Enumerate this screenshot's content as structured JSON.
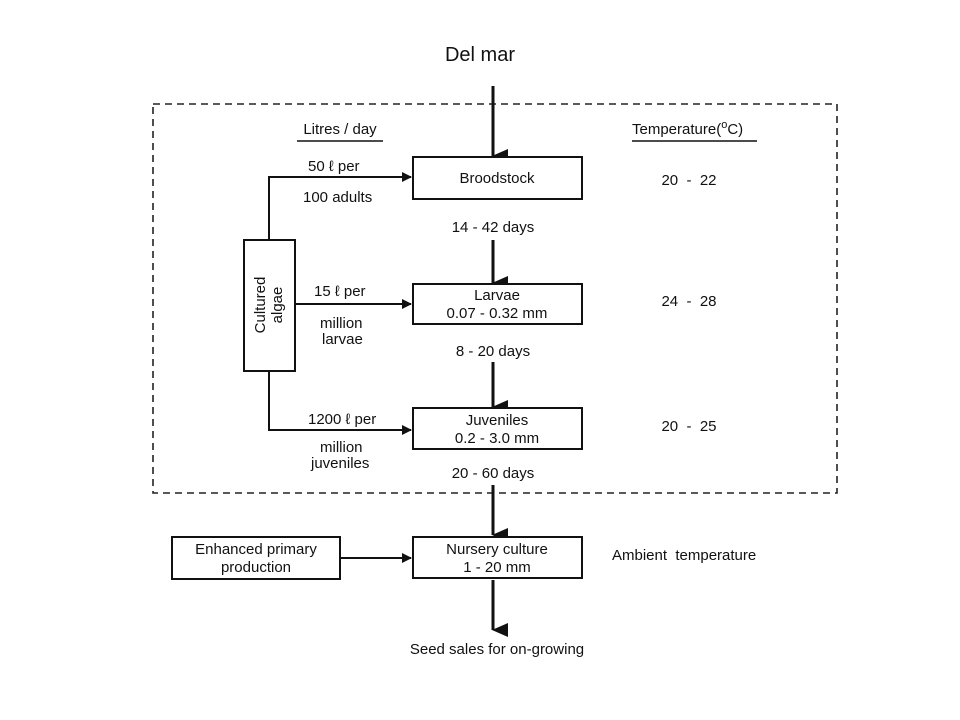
{
  "title": "Del mar",
  "headers": {
    "left": "Litres / day",
    "right_prefix": "Temperature(",
    "right_deg": "o",
    "right_suffix": "C)"
  },
  "algae_box": {
    "line1": "Cultured",
    "line2": "algae"
  },
  "boxes": {
    "broodstock": {
      "line1": "Broodstock"
    },
    "larvae": {
      "line1": "Larvae",
      "line2": "0.07 - 0.32 mm"
    },
    "juveniles": {
      "line1": "Juveniles",
      "line2": "0.2 - 3.0 mm"
    },
    "nursery": {
      "line1": "Nursery culture",
      "line2": "1 - 20 mm"
    },
    "enhanced": {
      "line1": "Enhanced primary",
      "line2": "production"
    }
  },
  "feeds": {
    "broodstock": {
      "line1": "50 ℓ per",
      "line2": "100 adults"
    },
    "larvae": {
      "line1": "15 ℓ per",
      "line2": "million",
      "line3": "larvae"
    },
    "juveniles": {
      "line1": "1200 ℓ per",
      "line2": "million",
      "line3": "juveniles"
    }
  },
  "durations": {
    "broodstock_to_larvae": "14 - 42 days",
    "larvae_to_juveniles": "8 - 20 days",
    "juveniles_to_nursery": "20 - 60 days"
  },
  "temperatures": {
    "broodstock": "20  -  22",
    "larvae": "24  -  28",
    "juveniles": "20  -  25",
    "nursery": "Ambient  temperature"
  },
  "output": "Seed sales for on-growing"
}
